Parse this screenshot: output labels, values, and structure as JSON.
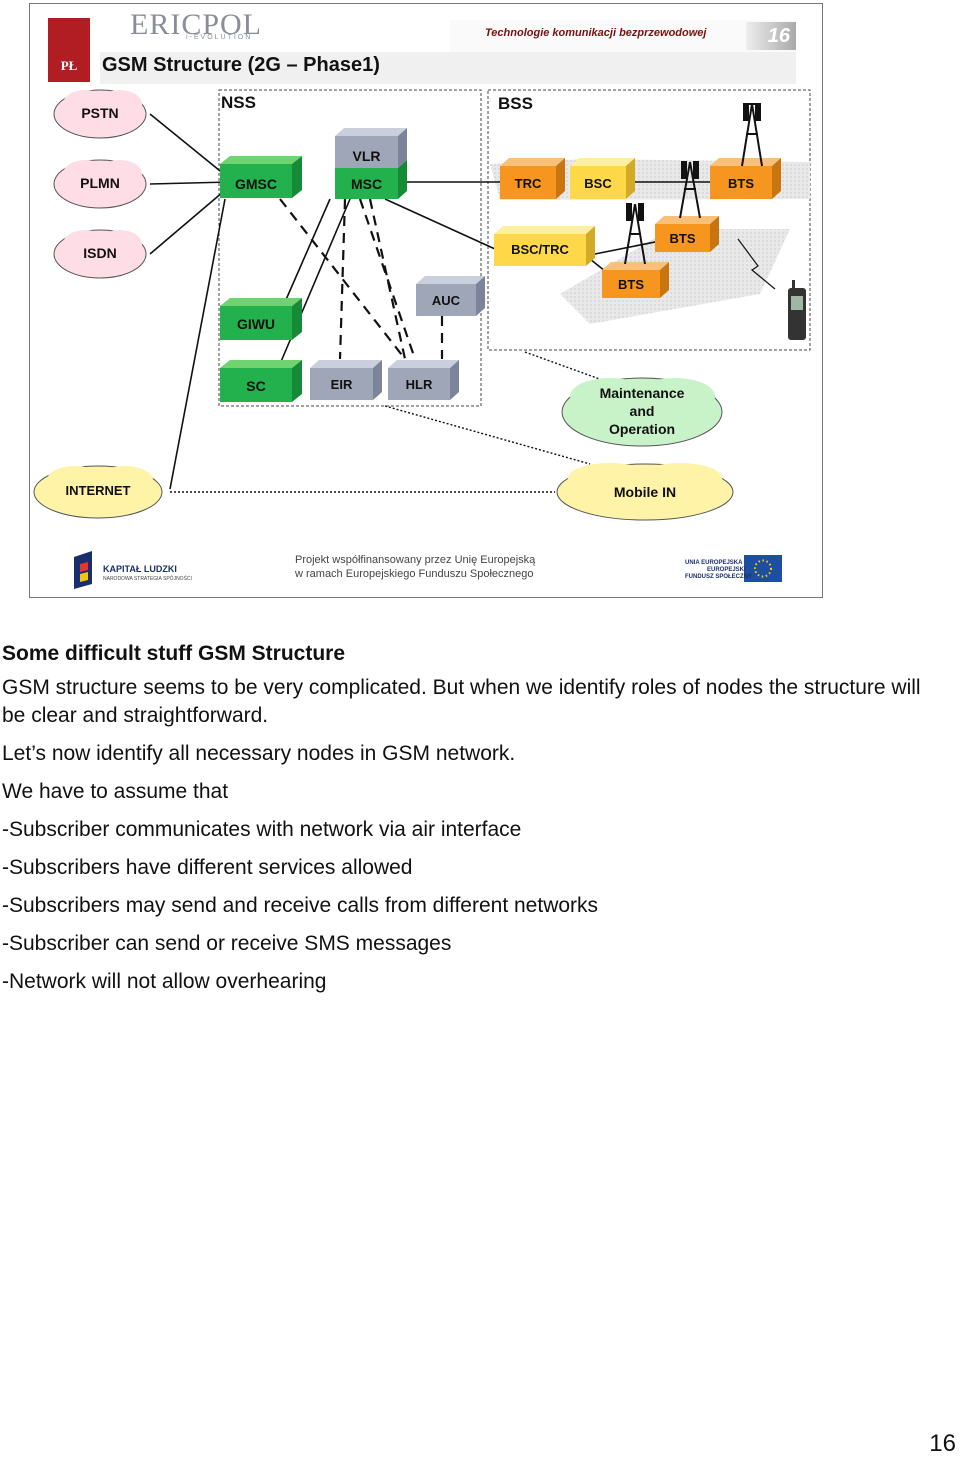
{
  "slide": {
    "brand": "ERICPOL",
    "brand_sub": "i-EVOLUTION",
    "crest_label": "PŁ",
    "title": "GSM Structure (2G – Phase1)",
    "header_text": "Technologie komunikacji bezprzewodowej",
    "page_badge": "16",
    "sections": {
      "nss": "NSS",
      "bss": "BSS"
    },
    "clouds": {
      "pstn": "PSTN",
      "plmn": "PLMN",
      "isdn": "ISDN",
      "internet": "INTERNET",
      "maintenance": [
        "Maintenance",
        "and",
        "Operation"
      ],
      "mobile_in": "Mobile IN"
    },
    "nodes": {
      "gmsc": "GMSC",
      "vlr": "VLR",
      "msc": "MSC",
      "auc": "AUC",
      "giwu": "GIWU",
      "sc": "SC",
      "eir": "EIR",
      "hlr": "HLR",
      "trc": "TRC",
      "bsc": "BSC",
      "bts_top": "BTS",
      "bsc_trc": "BSC/TRC",
      "bts_mid": "BTS",
      "bts_low": "BTS"
    },
    "footer": {
      "left_title": "KAPITAŁ LUDZKI",
      "left_sub": "NARODOWA STRATEGIA SPÓJNOŚCI",
      "center_line1": "Projekt współfinansowany przez Unię Europejską",
      "center_line2": "w ramach Europejskiego Funduszu Społecznego",
      "right_lines": [
        "UNIA EUROPEJSKA",
        "EUROPEJSKI",
        "FUNDUSZ SPOŁECZNY"
      ]
    }
  },
  "article": {
    "heading": "Some difficult stuff GSM Structure",
    "paragraphs": [
      "GSM structure seems to be very complicated. But when we identify roles of nodes the structure will be clear and straightforward.",
      "Let’s now identify all necessary nodes in GSM network.",
      "We have to assume that",
      "-Subscriber communicates with network via air interface",
      "-Subscribers have different services allowed",
      "-Subscribers may send and receive calls from different networks",
      "-Subscriber can send or receive SMS messages",
      "-Network will not allow overhearing"
    ]
  },
  "page_number": "16",
  "colors": {
    "node_green": "#22b14c",
    "node_gray": "#9ea6b8",
    "node_orange": "#f7961e",
    "node_yellow": "#ffd84a",
    "cloud_pink": "#ffdde6",
    "cloud_green": "#c8f2c8",
    "cloud_yellow": "#fff3a8"
  }
}
